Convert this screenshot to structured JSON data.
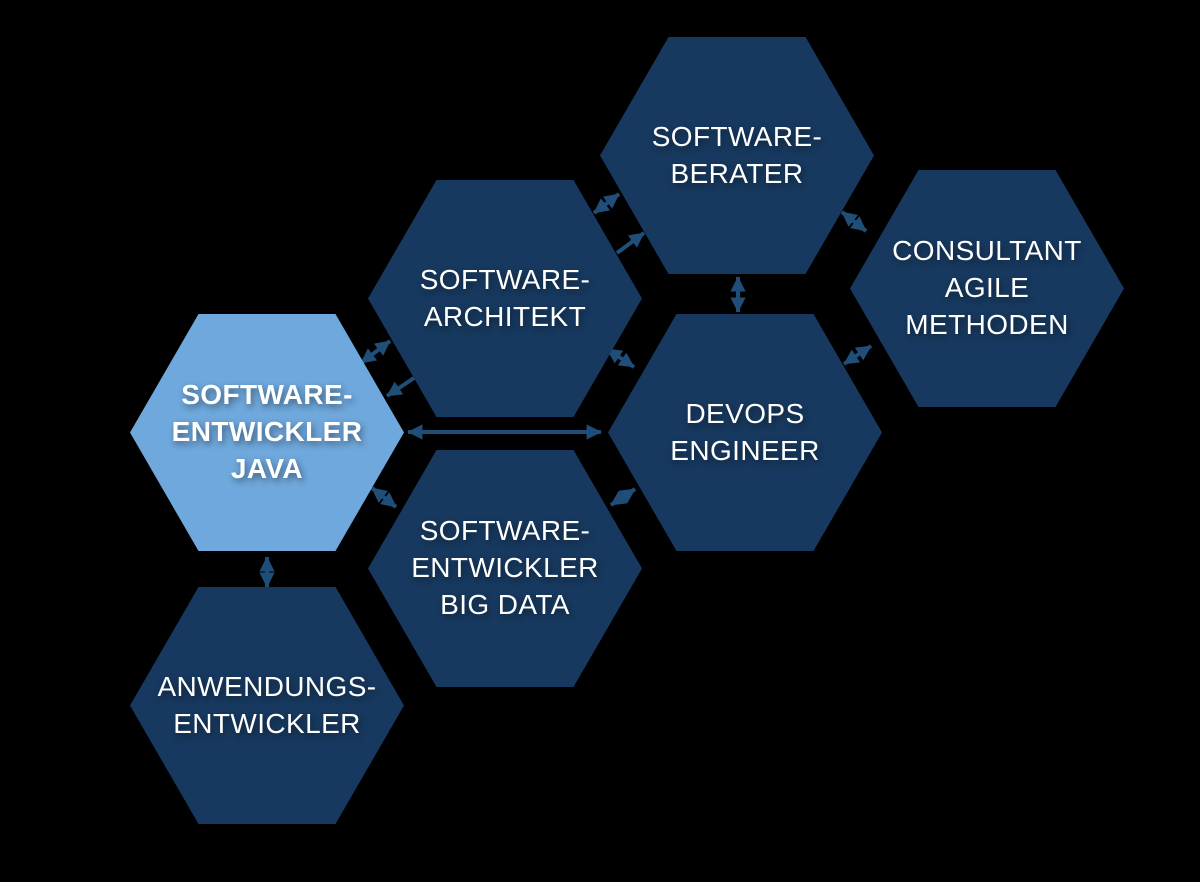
{
  "diagram": {
    "description": "Career path hexagon diagram for a Java software developer",
    "hexagons": {
      "java": {
        "label": "SOFTWARE-\nENTWICKLER\nJAVA",
        "highlighted": true
      },
      "architekt": {
        "label": "SOFTWARE-\nARCHITEKT",
        "highlighted": false
      },
      "berater": {
        "label": "SOFTWARE-\nBERATER",
        "highlighted": false
      },
      "consultant": {
        "label": "CONSULTANT\nAGILE\nMETHODEN",
        "highlighted": false
      },
      "devops": {
        "label": "DEVOPS\nENGINEER",
        "highlighted": false
      },
      "bigdata": {
        "label": "SOFTWARE-\nENTWICKLER\nBIG DATA",
        "highlighted": false
      },
      "anwendungs": {
        "label": "ANWENDUNGS-\nENTWICKLER",
        "highlighted": false
      }
    },
    "connections": [
      {
        "between": [
          "software-entwickler-java",
          "software-architekt"
        ],
        "style": "bidirectional"
      },
      {
        "from": "software-architekt",
        "to": "software-entwickler-java",
        "style": "single"
      },
      {
        "between": [
          "software-architekt",
          "software-berater"
        ],
        "style": "bidirectional"
      },
      {
        "from": "software-architekt",
        "to": "software-berater",
        "style": "single"
      },
      {
        "between": [
          "software-berater",
          "consultant-agile-methoden"
        ],
        "style": "bidirectional"
      },
      {
        "between": [
          "software-berater",
          "devops-engineer"
        ],
        "style": "bidirectional"
      },
      {
        "between": [
          "devops-engineer",
          "consultant-agile-methoden"
        ],
        "style": "bidirectional"
      },
      {
        "between": [
          "software-architekt",
          "devops-engineer"
        ],
        "style": "bidirectional"
      },
      {
        "between": [
          "software-entwickler-java",
          "devops-engineer"
        ],
        "style": "bidirectional"
      },
      {
        "between": [
          "software-entwickler-java",
          "software-entwickler-big-data"
        ],
        "style": "bidirectional"
      },
      {
        "between": [
          "software-entwickler-big-data",
          "devops-engineer"
        ],
        "style": "bidirectional"
      },
      {
        "between": [
          "software-entwickler-java",
          "anwendungs-entwickler"
        ],
        "style": "bidirectional"
      }
    ],
    "colors": {
      "background": "#000000",
      "hexagon": "#17395F",
      "hexagon_highlight": "#6FA8DC",
      "arrow": "#1F4E79",
      "text": "#FFFFFF"
    }
  }
}
